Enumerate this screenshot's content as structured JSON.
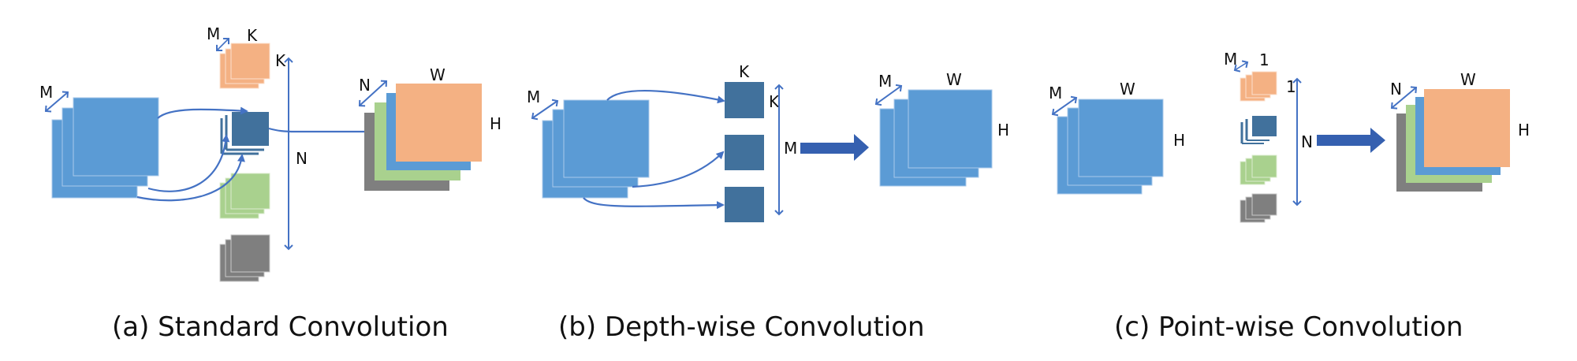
{
  "colors": {
    "feature_blue": "#5B9BD5",
    "kernel_orange": "#F4B183",
    "kernel_darkblue": "#41719C",
    "kernel_green": "#A9D18E",
    "kernel_gray": "#7F7F7F",
    "arrow_line": "#4472C4",
    "big_arrow": "#3560B0"
  },
  "panels": [
    {
      "id": "standard",
      "caption": "(a) Standard Convolution",
      "input": {
        "depth_label": "M"
      },
      "kernels": {
        "channel_label": "M",
        "width_label": "K",
        "height_label": "K",
        "count_label": "N",
        "count": 4
      },
      "output": {
        "depth_label": "N",
        "width_label": "W",
        "height_label": "H"
      }
    },
    {
      "id": "depthwise",
      "caption": "(b) Depth-wise Convolution",
      "input": {
        "depth_label": "M"
      },
      "kernels": {
        "width_label": "K",
        "height_label": "K",
        "count_label": "M",
        "count": 3
      },
      "output": {
        "depth_label": "M",
        "width_label": "W",
        "height_label": "H"
      }
    },
    {
      "id": "pointwise",
      "caption": "(c) Point-wise Convolution",
      "input": {
        "depth_label": "M",
        "width_label": "W",
        "height_label": "H"
      },
      "kernels": {
        "channel_label": "M",
        "width_label": "1",
        "height_label": "1",
        "count_label": "N",
        "count": 4
      },
      "output": {
        "depth_label": "N",
        "width_label": "W",
        "height_label": "H"
      }
    }
  ]
}
